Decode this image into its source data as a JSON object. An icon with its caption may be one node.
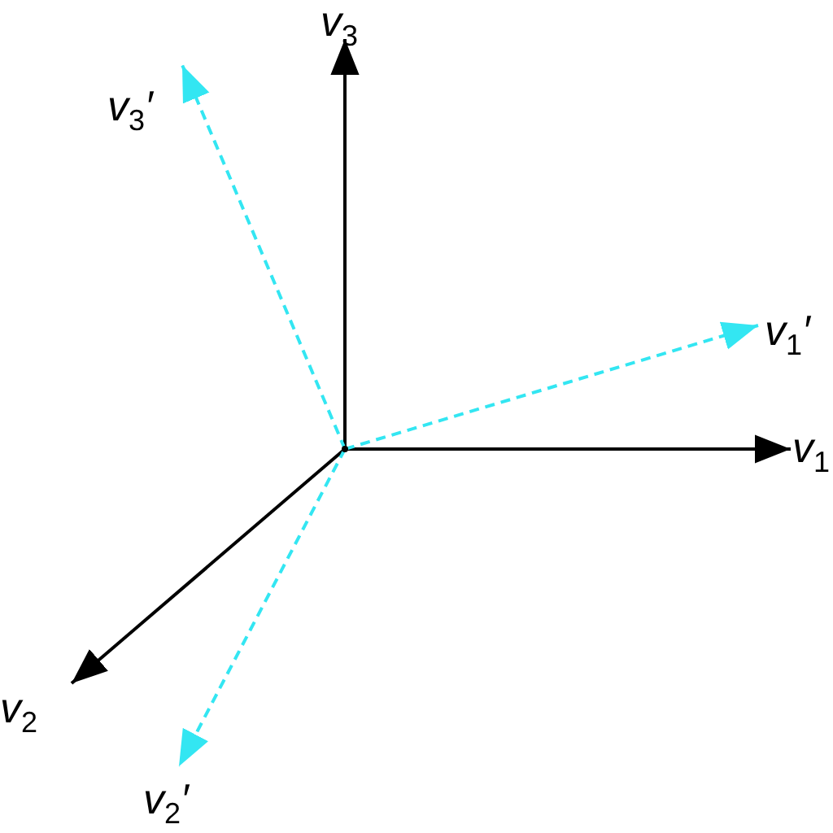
{
  "diagram": {
    "nodes": [
      {
        "text": [],
        "shape": "point"
      },
      {
        "text": [
          "v$_{1}$"
        ]
      },
      {
        "text": [
          "v$_{2}$"
        ]
      },
      {
        "text": [
          "v$_{3}$"
        ]
      },
      {
        "text": [
          "v$_{1}$′"
        ]
      },
      {
        "text": [
          "v$_{2}$′"
        ]
      },
      {
        "text": [
          "v$_{3}$′"
        ]
      }
    ],
    "edges": [
      {
        "from": 0,
        "to": 1,
        "arrow": "to"
      },
      {
        "from": 0,
        "to": 2,
        "arrow": "to"
      },
      {
        "from": 0,
        "to": 3,
        "arrow": "to"
      },
      {
        "from": 0,
        "to": 4,
        "arrow": "to",
        "style": "dashed",
        "color": "#33e6f2"
      },
      {
        "from": 0,
        "to": 5,
        "arrow": "to",
        "style": "dashed",
        "color": "#33e6f2"
      },
      {
        "from": 0,
        "to": 6,
        "arrow": "to",
        "style": "dashed",
        "color": "#33e6f2"
      }
    ]
  }
}
